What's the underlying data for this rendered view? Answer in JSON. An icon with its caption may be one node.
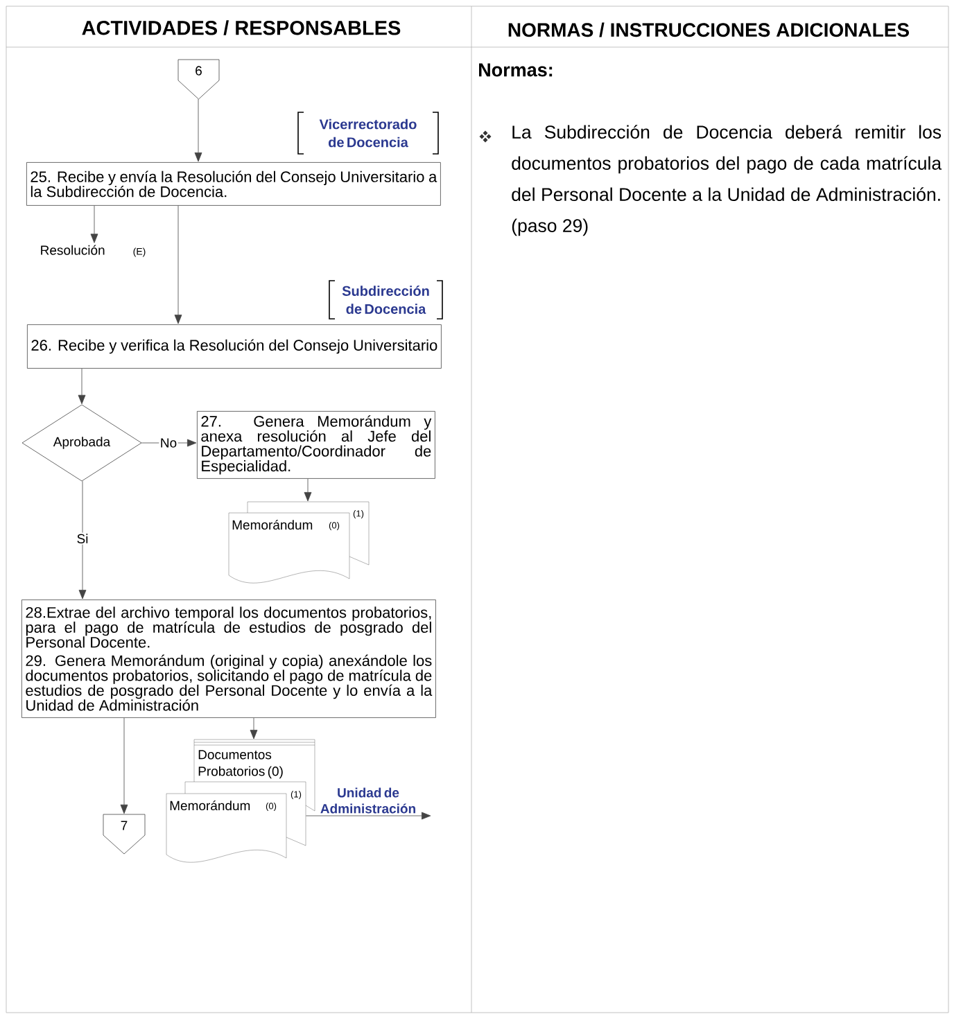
{
  "diagram": {
    "nodes": [
      {
        "text": [
          "6"
        ]
      },
      {
        "text": [
          "25. Recibe y envía la Resolución del Consejo Universitario a la Subdirección de Docencia."
        ],
        "beside": [
          "Vicerrectorado de Docencia"
        ]
      },
      {
        "text": [
          "Resolución",
          "(E)"
        ]
      },
      {
        "text": [
          "26. Recibe y verifica la Resolución del Consejo Universitario"
        ],
        "beside": [
          "Subdirección de Docencia"
        ]
      },
      {
        "text": [
          "Aprobada"
        ]
      },
      {
        "text": [
          "27. Genera Memorándum y anexa resolución al Jefe del Departamento/Coordinador de Especialidad."
        ]
      },
      {
        "text": [
          "Memorándum",
          "(0)",
          "(1)"
        ]
      },
      {
        "text": [
          "28.Extrae del archivo temporal los documentos probatorios, para el pago de matrícula de estudios de posgrado del Personal Docente.",
          "29. Genera Memorándum (original y copia) anexándole los documentos probatorios, solicitando el pago de matrícula de estudios de posgrado del Personal Docente y lo envía a la Unidad de Administración"
        ]
      },
      {
        "text": [
          "Documentos Probatorios (0)"
        ]
      },
      {
        "text": [
          "Memorándum",
          "(0)",
          "(1)"
        ]
      },
      {
        "text": [
          "7"
        ]
      }
    ],
    "edges": [
      {
        "from": 0,
        "to": 1,
        "arrow": "to"
      },
      {
        "from": 1,
        "to": 2,
        "arrow": "to"
      },
      {
        "from": 1,
        "to": 3,
        "arrow": "to"
      },
      {
        "from": 3,
        "to": 4,
        "arrow": "to"
      },
      {
        "from": 4,
        "to": 5,
        "arrow": "to",
        "label": "No"
      },
      {
        "from": 5,
        "to": 6,
        "arrow": "to"
      },
      {
        "from": 4,
        "to": 7,
        "arrow": "to",
        "label": "Si"
      },
      {
        "from": 7,
        "to": 8,
        "arrow": "to"
      },
      {
        "from": 7,
        "to": 10,
        "arrow": "to"
      },
      {
        "from": 9,
        "to": null,
        "arrow": "to",
        "label": "Unidad de Administración"
      }
    ],
    "labels": [
      "ACTIVIDADES / RESPONSABLES",
      "NORMAS / INSTRUCCIONES ADICIONALES",
      "Normas:",
      "La Subdirección de Docencia deberá remitir los documentos probatorios del pago de cada matrícula del Personal Docente a la Unidad de Administración. (paso 29)"
    ]
  }
}
